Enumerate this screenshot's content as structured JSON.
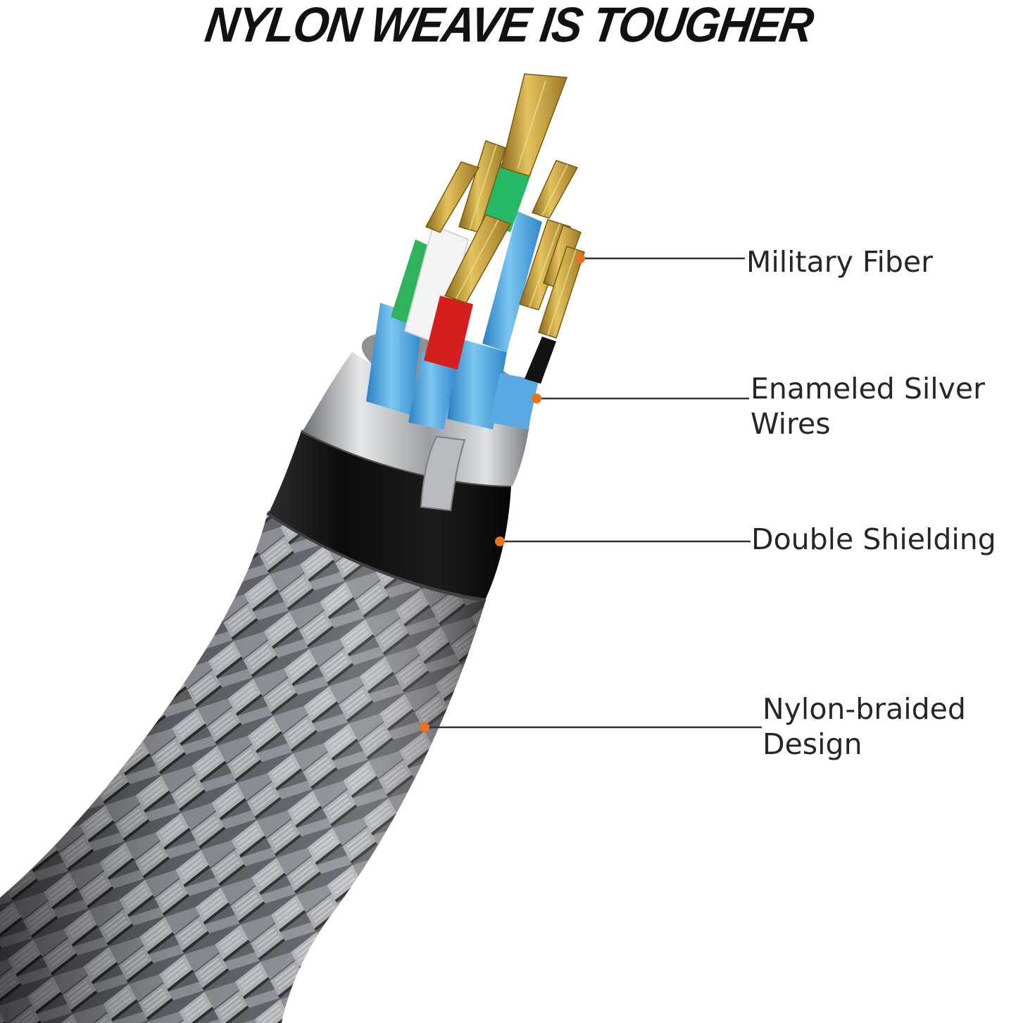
{
  "title": "NYLON WEAVE IS TOUGHER",
  "callouts": [
    {
      "lines": [
        "Military Fiber"
      ]
    },
    {
      "lines": [
        "Enameled Silver",
        "Wires"
      ]
    },
    {
      "lines": [
        "Double Shielding"
      ]
    },
    {
      "lines": [
        "Nylon-braided",
        "Design"
      ]
    }
  ],
  "colors": {
    "marker": "#e8731e",
    "leader_line": "#333333",
    "braid": "#7d8086",
    "jacket": "#141414",
    "foil": "#c9cdd2",
    "copper": "#c8a03a",
    "insulation_blue": "#3fa0e0",
    "insulation_red": "#d81f1f",
    "insulation_green": "#29b25a",
    "insulation_white": "#f2f2f2",
    "insulation_black": "#111111"
  }
}
